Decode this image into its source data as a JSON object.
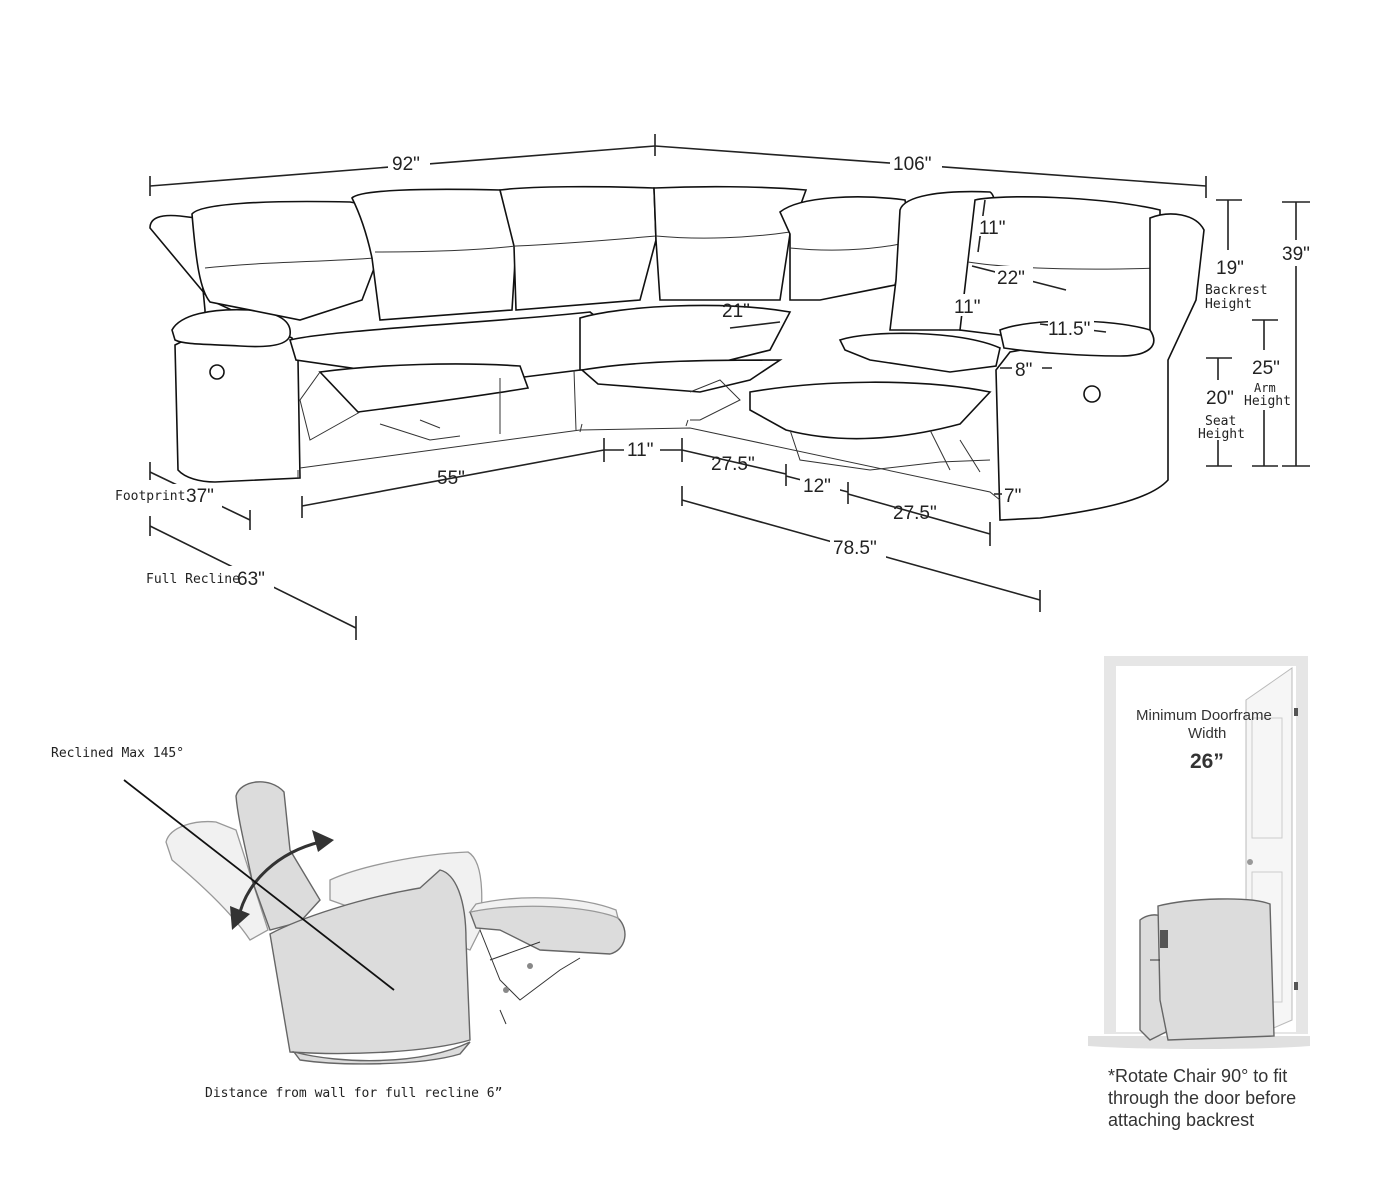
{
  "sectional": {
    "widths": {
      "left_side": "92\"",
      "right_side": "106\""
    },
    "back_dims": {
      "headrest_cushion": "11\"",
      "seat_back_diag": "22\"",
      "back_cushion": "11\"",
      "console_width": "21\"",
      "arm_top": "11.5\"",
      "arm_width": "8\""
    },
    "heights": {
      "backrest": {
        "value": "19\"",
        "label_line1": "Backrest",
        "label_line2": "Height"
      },
      "overall": "39\"",
      "arm": {
        "value": "25\"",
        "label_line1": "Arm",
        "label_line2": "Height"
      },
      "seat": {
        "value": "20\"",
        "label_line1": "Seat",
        "label_line2": "Height"
      }
    },
    "bottom_dims": {
      "left_seat_run": "55\"",
      "corner": "11\"",
      "recliner_1": "27.5\"",
      "console": "12\"",
      "recliner_2": "27.5\"",
      "right_run": "78.5\"",
      "arm_depth": "7\""
    },
    "depth": {
      "footprint_label": "Footprint",
      "footprint_value": "37\"",
      "full_recline_label": "Full Recline",
      "full_recline_value": "63\""
    }
  },
  "recline": {
    "max_label": "Reclined Max 145°",
    "wall_note": "Distance from wall for full recline 6”"
  },
  "doorframe": {
    "title_line1": "Minimum Doorframe",
    "title_line2": "Width",
    "width": "26”",
    "note_line1": "*Rotate Chair 90° to fit",
    "note_line2": "through the door before",
    "note_line3": "attaching backrest"
  },
  "colors": {
    "ink": "#222222",
    "chair_fill": "#dcdcdc",
    "door_frame": "#e6e6e6"
  }
}
